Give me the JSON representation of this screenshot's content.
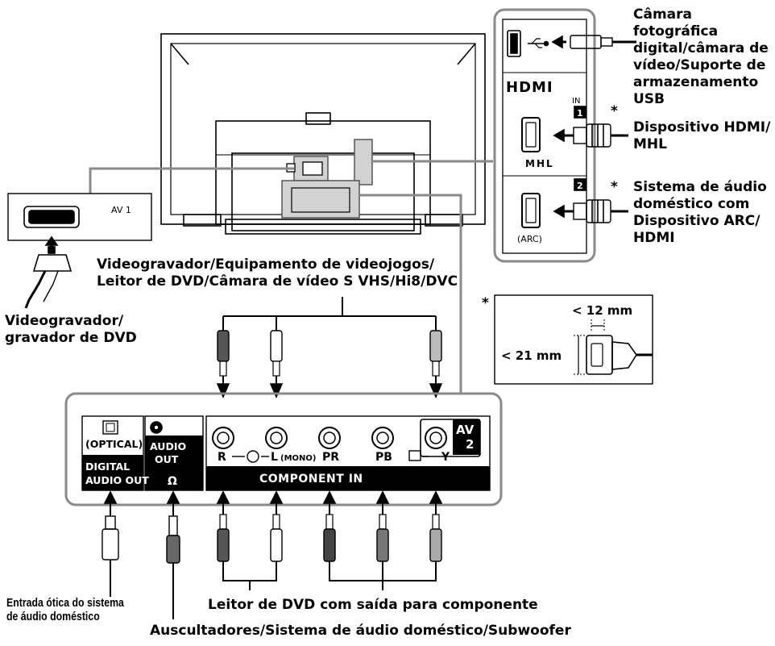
{
  "labels": {
    "usb": [
      "Câmara fotográfica",
      "digital/câmara de",
      "vídeo/Suporte de",
      "armazenamento",
      "USB"
    ],
    "hdmi_mhl": [
      "Dispositivo HDMI/",
      "MHL"
    ],
    "arc": [
      "Sistema de áudio",
      "doméstico com",
      "Dispositivo ARC/",
      "HDMI"
    ],
    "scart_source": [
      "Videogravador/",
      "gravador de DVD"
    ],
    "composite_source": [
      "Videogravador/Equipamento de videojogos/",
      "Leitor de DVD/Câmara de vídeo S VHS/Hi8/DVC"
    ],
    "optical_dest": [
      "Entrada ótica do sistema",
      "de áudio doméstico"
    ],
    "component_dest": "Leitor de DVD com saída para componente",
    "headphone_dest": "Auscultadores/Sistema de áudio doméstico/Subwoofer",
    "asterisk": "*"
  },
  "panel": {
    "hdmi_logo": "HDMI",
    "hdmi_in": "IN",
    "port1": "1",
    "port2": "2",
    "mhl": "MHL",
    "arc": "(ARC)",
    "av1": "AV 1",
    "optical": "(OPTICAL)",
    "digital": "DIGITAL",
    "audio_out": "AUDIO OUT",
    "audio": "AUDIO",
    "out": "OUT",
    "r": "R",
    "l_mono": "L",
    "mono": "(MONO)",
    "pr": "PR",
    "pb": "PB",
    "y": "Y",
    "av": "AV",
    "av_num": "2",
    "component_in": "COMPONENT IN"
  },
  "dimensions": {
    "width": "< 12 mm",
    "height": "< 21 mm"
  }
}
